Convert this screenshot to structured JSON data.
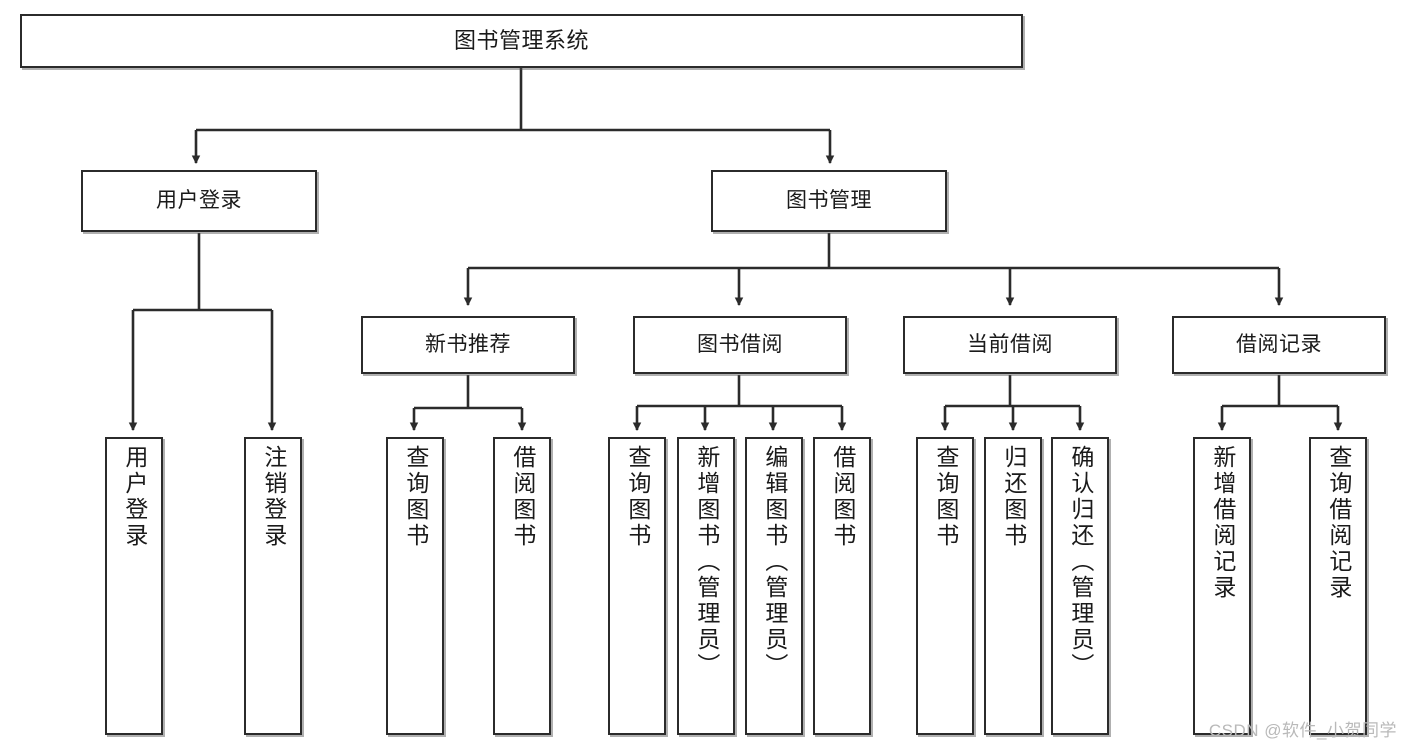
{
  "diagram": {
    "title": "图书管理系统",
    "type": "tree-hierarchy-diagram",
    "colors": {
      "box_border": "#2b2b2b",
      "box_fill": "#ffffff",
      "edge": "#2b2b2b",
      "watermark": "#b9b9b9",
      "background": "#ffffff"
    }
  },
  "nodes": {
    "root": {
      "label": "图书管理系统"
    },
    "level2": [
      {
        "id": "user-login",
        "label": "用户登录"
      },
      {
        "id": "book-management",
        "label": "图书管理"
      }
    ],
    "level3": [
      {
        "id": "new-book-recommend",
        "label": "新书推荐"
      },
      {
        "id": "book-borrow",
        "label": "图书借阅"
      },
      {
        "id": "current-borrow",
        "label": "当前借阅"
      },
      {
        "id": "borrow-record",
        "label": "借阅记录"
      }
    ],
    "leaves": {
      "user_login": [
        {
          "id": "leaf-user-login",
          "label": "用户登录"
        },
        {
          "id": "leaf-logout-login",
          "label": "注销登录"
        }
      ],
      "new_book_recommend": [
        {
          "id": "leaf-query-book-1",
          "label": "查询图书"
        },
        {
          "id": "leaf-borrow-book-1",
          "label": "借阅图书"
        }
      ],
      "book_borrow": [
        {
          "id": "leaf-query-book-2",
          "label": "查询图书"
        },
        {
          "id": "leaf-add-book-admin",
          "label": "新增图书（管理员）"
        },
        {
          "id": "leaf-edit-book-admin",
          "label": "编辑图书（管理员）"
        },
        {
          "id": "leaf-borrow-book-2",
          "label": "借阅图书"
        }
      ],
      "current_borrow": [
        {
          "id": "leaf-query-book-3",
          "label": "查询图书"
        },
        {
          "id": "leaf-return-book",
          "label": "归还图书"
        },
        {
          "id": "leaf-confirm-return-admin",
          "label": "确认归还（管理员）"
        }
      ],
      "borrow_record": [
        {
          "id": "leaf-add-borrow-record",
          "label": "新增借阅记录"
        },
        {
          "id": "leaf-query-borrow-record",
          "label": "查询借阅记录"
        }
      ]
    }
  },
  "watermark": {
    "text": "CSDN @软件_小贺同学"
  }
}
